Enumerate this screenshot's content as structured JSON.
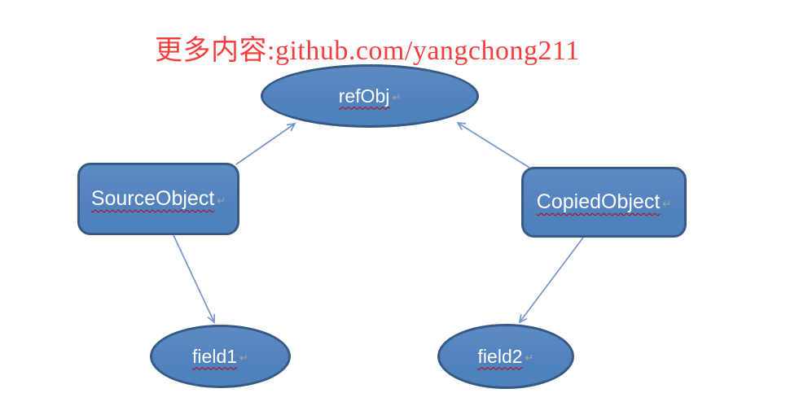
{
  "header": {
    "text": "更多内容:github.com/yangchong211"
  },
  "nodes": {
    "ref_obj": {
      "label": "refObj"
    },
    "source_object": {
      "label": "SourceObject"
    },
    "copied_object": {
      "label": "CopiedObject"
    },
    "field1": {
      "label": "field1"
    },
    "field2": {
      "label": "field2"
    }
  },
  "marks": {
    "paragraph": "↵"
  },
  "edges": [
    {
      "from": "SourceObject",
      "to": "refObj"
    },
    {
      "from": "CopiedObject",
      "to": "refObj"
    },
    {
      "from": "SourceObject",
      "to": "field1"
    },
    {
      "from": "CopiedObject",
      "to": "field2"
    }
  ],
  "colors": {
    "header": "#f73e3e",
    "fill": "#4f81bd",
    "fill_light": "#5d8ac2",
    "border": "#365a85",
    "arrow": "#7496c9",
    "label": "#ffffff",
    "squiggle": "#c00000",
    "mark": "#bfa98f"
  }
}
